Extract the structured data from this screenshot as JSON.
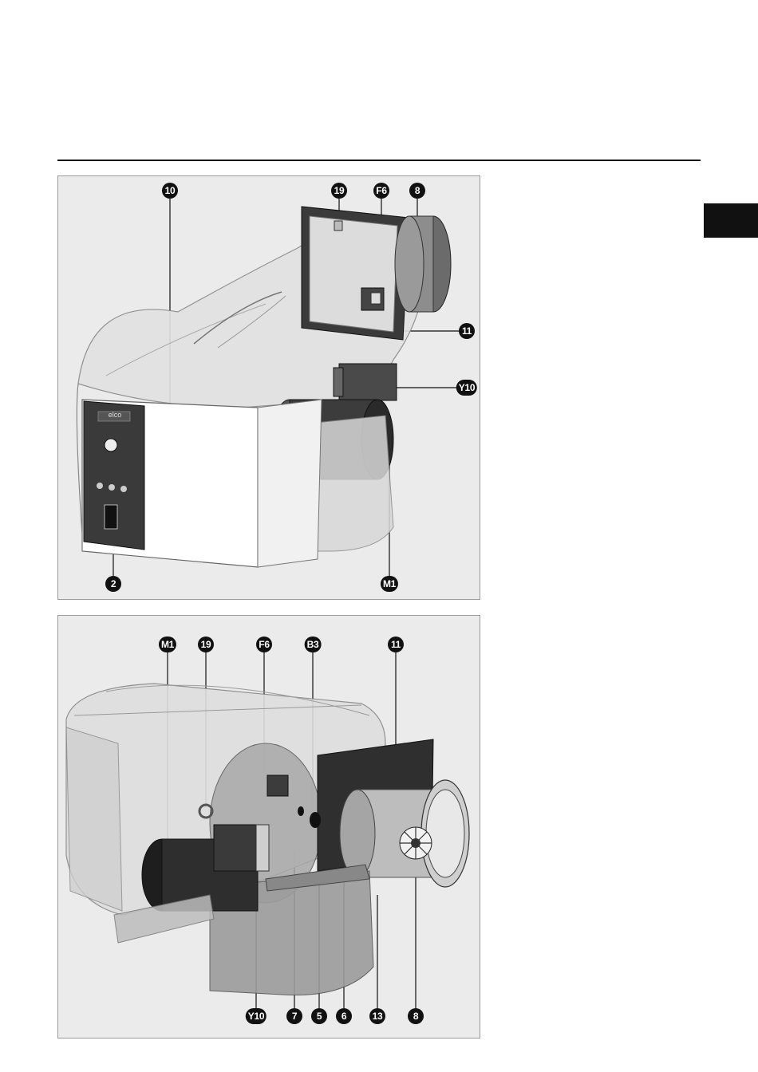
{
  "figure_top": {
    "callouts": {
      "c10": "10",
      "c19": "19",
      "cF6": "F6",
      "c8": "8",
      "c11": "11",
      "cY10": "Y10",
      "c2": "2",
      "cM1": "M1"
    },
    "brand_logo": "elco"
  },
  "figure_bottom": {
    "callouts": {
      "cM1": "M1",
      "c19": "19",
      "cF6": "F6",
      "cB3": "B3",
      "c11": "11",
      "cY10": "Y10",
      "c7": "7",
      "c5": "5",
      "c6": "6",
      "c13": "13",
      "c8": "8"
    }
  },
  "colors": {
    "page_background": "#ffffff",
    "figure_background": "#ebebeb",
    "callout_fill": "#111111",
    "callout_text": "#ffffff",
    "dark_panel": "#3a3a3a"
  }
}
